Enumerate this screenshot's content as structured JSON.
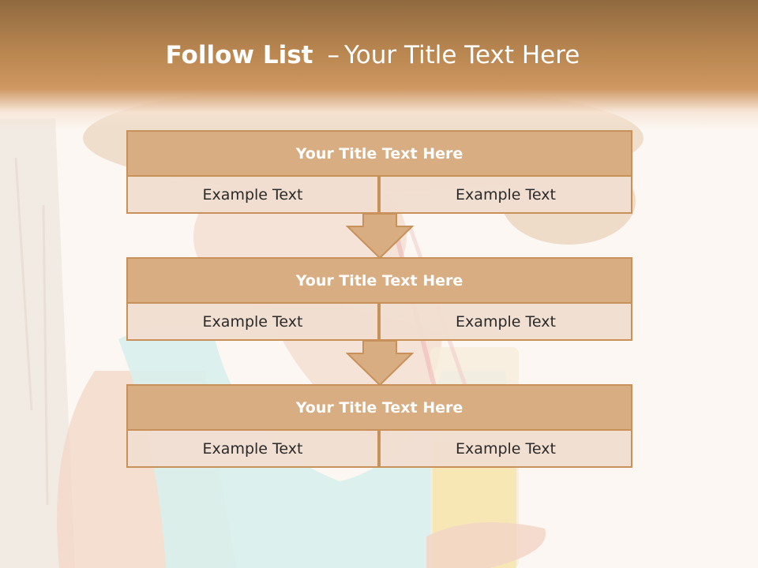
{
  "slide": {
    "title_bold": "Follow List",
    "title_separator": "–",
    "title_rest": "Your Title Text Here"
  },
  "steps": [
    {
      "title": "Your Title Text Here",
      "left": "Example Text",
      "right": "Example Text"
    },
    {
      "title": "Your Title Text Here",
      "left": "Example Text",
      "right": "Example Text"
    },
    {
      "title": "Your Title Text Here",
      "left": "Example Text",
      "right": "Example Text"
    }
  ],
  "colors": {
    "header": "#b98650",
    "block_title_fill": "#d9ad82",
    "block_border": "#c9915a",
    "cell_fill": "#f0ded0"
  }
}
